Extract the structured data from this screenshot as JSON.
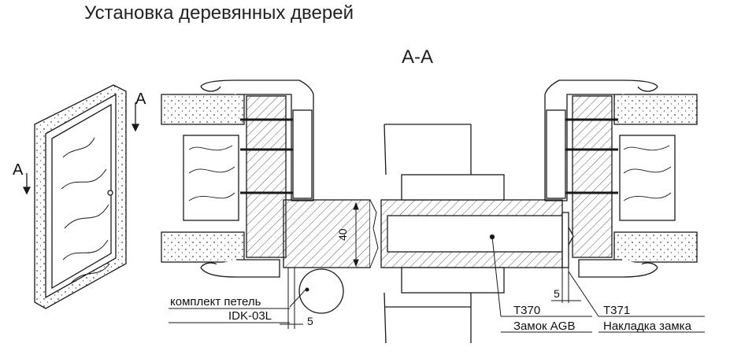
{
  "title": "Установка деревянных дверей",
  "section_label": "А-А",
  "door_section_marks": [
    "А",
    "А"
  ],
  "dimensions": {
    "thickness": "40",
    "gap_left": "5",
    "gap_right": "5"
  },
  "callouts": {
    "hinge_label_line1": "комплект петель",
    "hinge_label_line2": "IDK-03L",
    "lock_code": "T370",
    "lock_name": "Замок AGB",
    "strike_code": "T371",
    "strike_name": "Накладка замка"
  },
  "colors": {
    "line": "#1a1a1a",
    "concrete": "#e9e9e9",
    "wood": "#ffffff"
  }
}
